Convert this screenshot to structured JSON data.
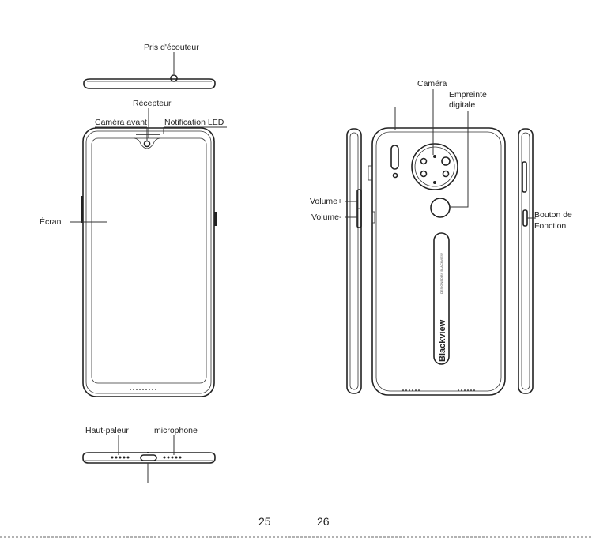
{
  "labels": {
    "headphone_jack": "Pris d'écouteur",
    "receiver": "Récepteur",
    "front_camera": "Caméra avant",
    "notification_led": "Notification LED",
    "screen": "Écran",
    "speaker": "Haut-paleur",
    "microphone": "microphone",
    "camera": "Caméra",
    "fingerprint_line1": "Empreinte",
    "fingerprint_line2": "digitale",
    "volume_up": "Volume+",
    "volume_down": "Volume-",
    "function_button_line1": "Bouton de",
    "function_button_line2": "Fonction"
  },
  "phone_back": {
    "brand": "Blackview",
    "tagline": "DESIGNED BY BLACKVIEW"
  },
  "pages": {
    "left": "25",
    "right": "26"
  }
}
